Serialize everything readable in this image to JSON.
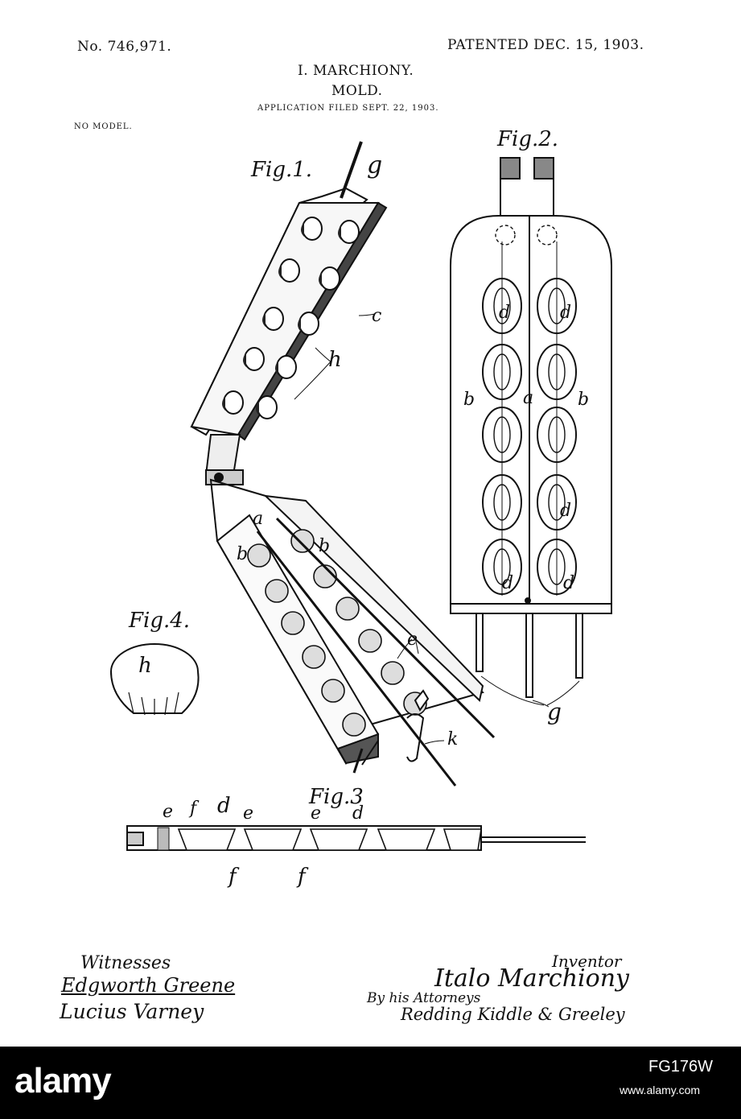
{
  "header": {
    "patent_number": "No. 746,971.",
    "patented_date": "PATENTED DEC. 15, 1903.",
    "inventor_name": "I. MARCHIONY.",
    "title": "MOLD.",
    "application_filed": "APPLICATION FILED SEPT. 22, 1903.",
    "model_note": "NO MODEL."
  },
  "figures": {
    "fig1": "Fig.1.",
    "fig2": "Fig.2.",
    "fig3": "Fig.3",
    "fig4": "Fig.4."
  },
  "reference_labels": {
    "a": "a",
    "b": "b",
    "c": "c",
    "d": "d",
    "e": "e",
    "f": "f",
    "g": "g",
    "h": "h",
    "k": "k"
  },
  "signatures": {
    "witnesses_label": "Witnesses",
    "witness_1": "Edgworth Greene",
    "witness_2": "Lucius Varney",
    "inventor_label": "Inventor",
    "inventor_signature": "Italo Marchiony",
    "by_attorneys": "By his Attorneys",
    "attorneys": "Redding Kiddle & Greeley"
  },
  "watermark": {
    "brand": "alamy",
    "image_id": "FG176W",
    "url": "www.alamy.com"
  }
}
